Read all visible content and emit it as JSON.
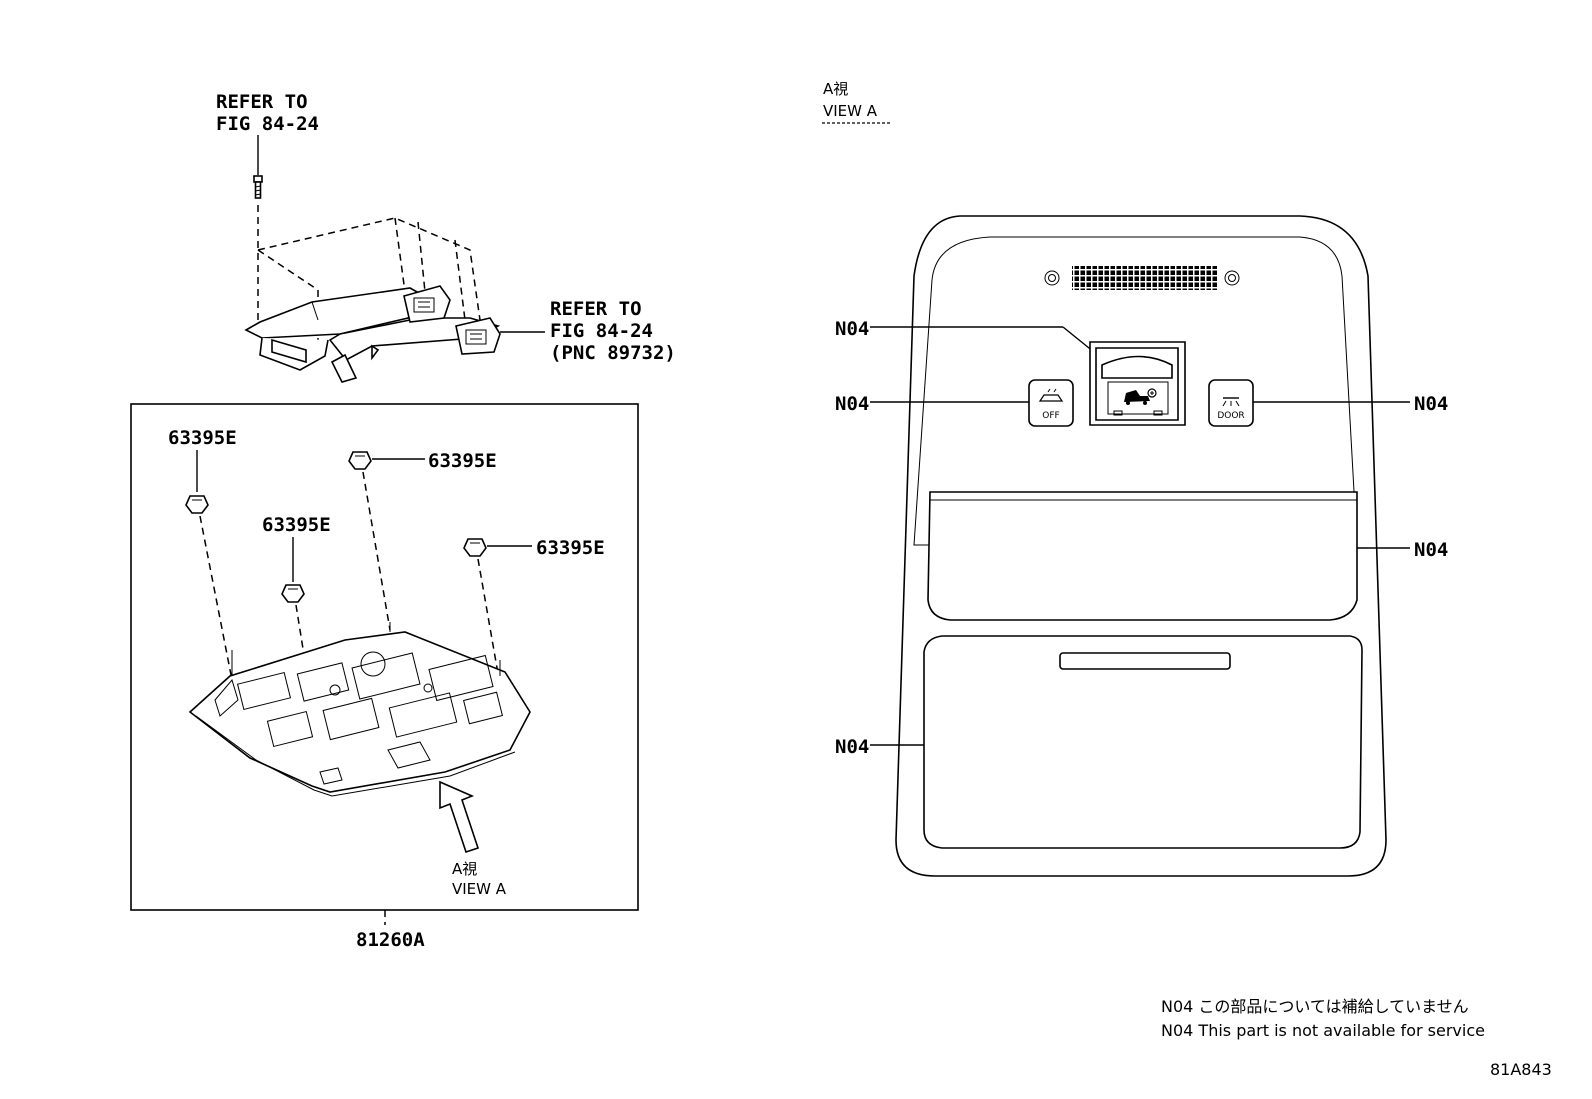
{
  "labels": {
    "refer_top_1": "REFER TO",
    "refer_top_2": "FIG 84-24",
    "refer_right_1": "REFER TO",
    "refer_right_2": "FIG 84-24",
    "refer_right_3": "(PNC 89732)",
    "clip_a": "63395E",
    "clip_b": "63395E",
    "clip_c": "63395E",
    "clip_d": "63395E",
    "assembly": "81260A",
    "view_a_jp": "A視",
    "view_a_en": "VIEW A",
    "view_header_jp": "A視",
    "view_header_en": "VIEW A",
    "n04_top": "N04",
    "n04_left": "N04",
    "n04_right": "N04",
    "n04_mid_right": "N04",
    "n04_bottom": "N04",
    "btn_off": "OFF",
    "btn_door": "DOOR",
    "note_jp": "N04 この部品については補給していません",
    "note_en": "N04 This part is not available for service",
    "figure_id": "81A843"
  }
}
